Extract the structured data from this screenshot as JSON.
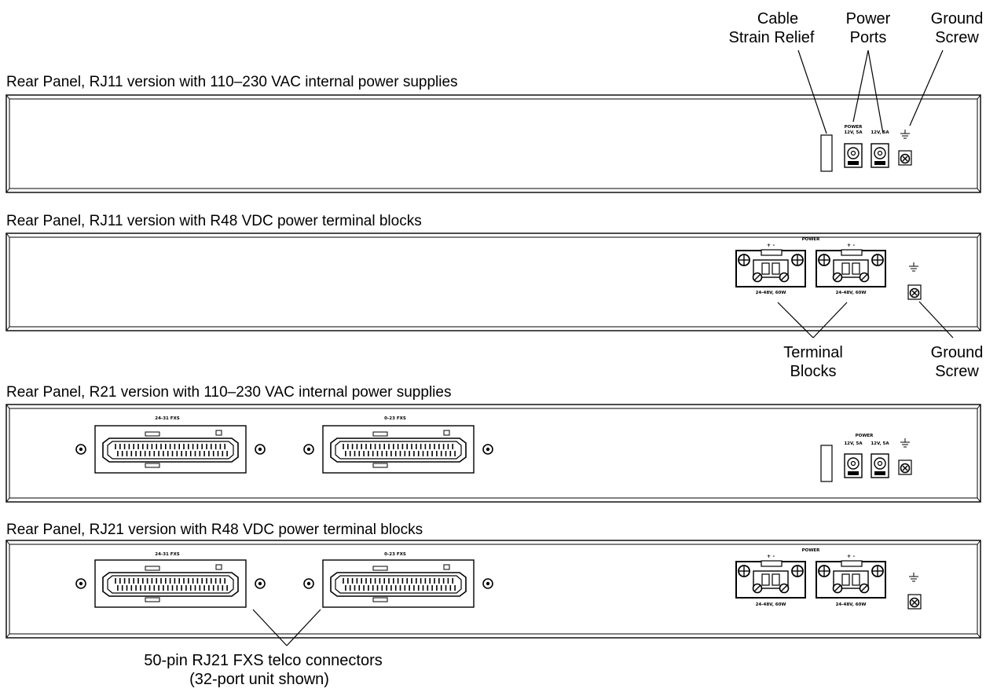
{
  "panels": [
    {
      "title": "Rear Panel, RJ11 version with 110–230 VAC internal power supplies"
    },
    {
      "title": "Rear Panel, RJ11 version with R48 VDC power terminal blocks"
    },
    {
      "title": "Rear Panel, R21 version with 110–230 VAC internal power supplies"
    },
    {
      "title": "Rear Panel, RJ21 version with R48 VDC power terminal blocks"
    }
  ],
  "connector_labels": {
    "left": "24-31 FXS",
    "right": "0-23 FXS"
  },
  "power_label": "POWER",
  "ac_rating": "12V, 5A",
  "dc_rating": "24-48V, 60W",
  "terminal_polarity": "+   -",
  "callouts": {
    "cable_strain_relief": [
      "Cable",
      "Strain Relief"
    ],
    "power_ports": [
      "Power",
      "Ports"
    ],
    "ground_screw_top": [
      "Ground",
      "Screw"
    ],
    "terminal_blocks": [
      "Terminal",
      "Blocks"
    ],
    "ground_screw_mid": [
      "Ground",
      "Screw"
    ],
    "telco_connectors": [
      "50-pin RJ21 FXS telco connectors",
      "(32-port unit shown)"
    ]
  }
}
